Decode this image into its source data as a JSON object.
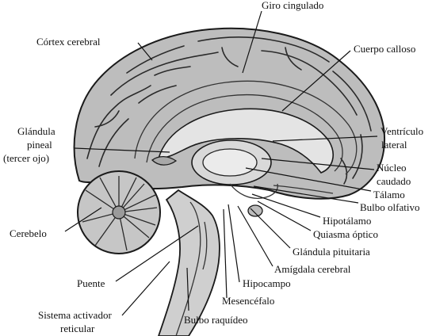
{
  "labels": {
    "giro_cingulado": "Giro cingulado",
    "cortex_cerebral": "Córtex cerebral",
    "cuerpo_calloso": "Cuerpo calloso",
    "glandula_pineal_1": "Glándula",
    "glandula_pineal_2": "pineal",
    "glandula_pineal_3": "(tercer ojo)",
    "ventriculo_lateral_1": "Ventrículo",
    "ventriculo_lateral_2": "lateral",
    "nucleo_caudado_1": "Núcleo",
    "nucleo_caudado_2": "caudado",
    "talamo": "Tálamo",
    "bulbo_olfativo": "Bulbo olfativo",
    "hipotalamo": "Hipotálamo",
    "quiasma_optico": "Quiasma óptico",
    "glandula_pituitaria": "Glándula pituitaria",
    "amigdala_cerebral": "Amígdala cerebral",
    "cerebelo": "Cerebelo",
    "puente": "Puente",
    "hipocampo": "Hipocampo",
    "mesencefalo": "Mesencéfalo",
    "sistema_activador_1": "Sistema activador",
    "sistema_activador_2": "reticular",
    "bulbo_raquideo": "Bulbo raquídeo"
  },
  "colors": {
    "ink": "#111111",
    "brain_fill": "#bdbdbd",
    "inner_fill": "#d9d9d9",
    "stem_fill": "#cfcfcf"
  }
}
